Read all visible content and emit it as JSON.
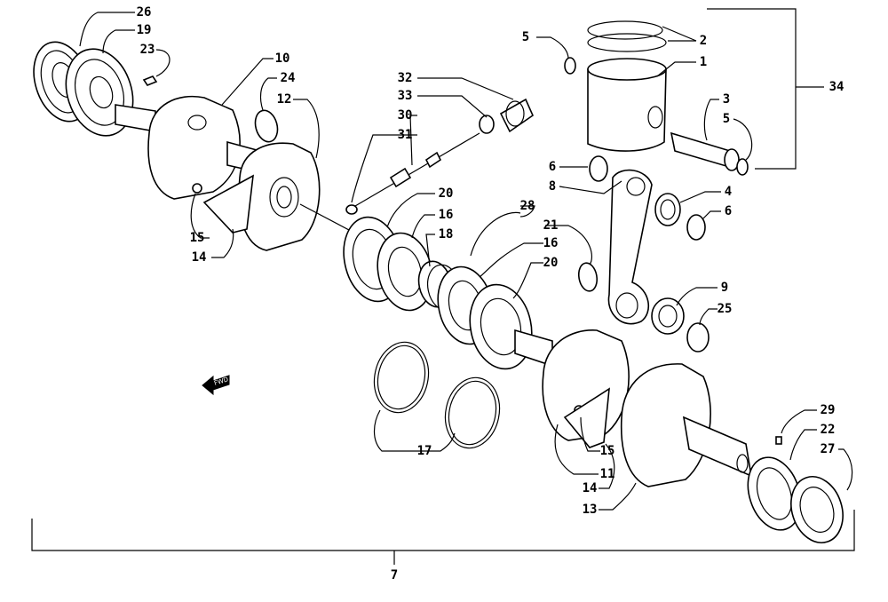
{
  "labels": {
    "l1": "1",
    "l2": "2",
    "l3": "3",
    "l4": "4",
    "l5a": "5",
    "l5b": "5",
    "l6a": "6",
    "l6b": "6",
    "l7": "7",
    "l8": "8",
    "l9": "9",
    "l10": "10",
    "l11": "11",
    "l12": "12",
    "l13": "13",
    "l14a": "14",
    "l14b": "14",
    "l15a": "15",
    "l15b": "15",
    "l16a": "16",
    "l16b": "16",
    "l17": "17",
    "l18": "18",
    "l19": "19",
    "l20a": "20",
    "l20b": "20",
    "l21": "21",
    "l22": "22",
    "l23": "23",
    "l24": "24",
    "l25": "25",
    "l26": "26",
    "l27": "27",
    "l28": "28",
    "l29": "29",
    "l30": "30",
    "l31": "31",
    "l32": "32",
    "l33": "33",
    "l34": "34"
  },
  "fwd_arrow": "FWD"
}
